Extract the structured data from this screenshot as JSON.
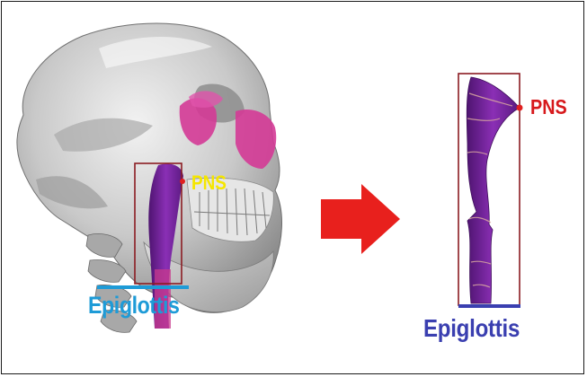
{
  "left_panel": {
    "pns_label": "PNS",
    "epiglottis_label": "Epiglottis"
  },
  "right_panel": {
    "pns_label": "PNS",
    "epiglottis_label": "Epiglottis"
  },
  "colors": {
    "pns_left": "#f5e600",
    "epiglottis_left": "#1e9bd7",
    "pns_right": "#d7191c",
    "epiglottis_right": "#3a3fb0",
    "airway": "#6a1f8f",
    "sinus": "#d43a96",
    "box": "#8b1c22",
    "arrow": "#e8201d",
    "landmark_dot": "#e02020"
  }
}
